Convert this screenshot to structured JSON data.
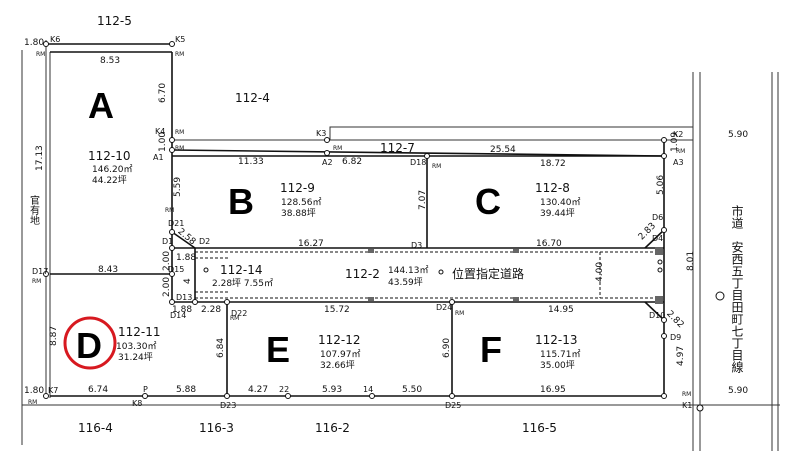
{
  "neighbors": {
    "n_112_5": "112-5",
    "n_112_4": "112-4",
    "n_112_7": "112-7",
    "n_116_4": "116-4",
    "n_116_3": "116-3",
    "n_116_2": "116-2",
    "n_116_5": "116-5",
    "n_112_2": "112-2",
    "n_112_2_area_m2": "144.13㎡",
    "n_112_2_area_tsubo": "43.59坪",
    "n_112_14": "112-14",
    "n_112_14_area": "2.28坪 7.55㎡",
    "road_designation": "位置指定道路",
    "west_land": "官有地",
    "east_road": "市道　安西五丁目田町七丁目線"
  },
  "lots": [
    {
      "letter": "A",
      "parcel": "112-10",
      "area_m2": "146.20㎡",
      "area_tsubo": "44.22坪"
    },
    {
      "letter": "B",
      "parcel": "112-9",
      "area_m2": "128.56㎡",
      "area_tsubo": "38.88坪"
    },
    {
      "letter": "C",
      "parcel": "112-8",
      "area_m2": "130.40㎡",
      "area_tsubo": "39.44坪"
    },
    {
      "letter": "D",
      "parcel": "112-11",
      "area_m2": "103.30㎡",
      "area_tsubo": "31.24坪"
    },
    {
      "letter": "E",
      "parcel": "112-12",
      "area_m2": "107.97㎡",
      "area_tsubo": "32.66坪"
    },
    {
      "letter": "F",
      "parcel": "112-13",
      "area_m2": "115.71㎡",
      "area_tsubo": "35.00坪"
    }
  ],
  "points": {
    "K6": "K6",
    "K5": "K5",
    "K4": "K4",
    "K3": "K3",
    "K2": "K2",
    "K1": "K1",
    "K7": "K7",
    "K8": "K8",
    "A1": "A1",
    "A2": "A2",
    "A3": "A3",
    "D1": "D1",
    "D2": "D2",
    "D3": "D3",
    "D4": "D4",
    "D6": "D6",
    "D9": "D9",
    "D10": "D10",
    "D13": "D13",
    "D14": "D14",
    "D15": "D15",
    "D17": "D17",
    "D18": "D18",
    "D21": "D21",
    "D22": "D22",
    "D23": "D23",
    "D24": "D24",
    "D25": "D25",
    "P": "P",
    "n22": "22",
    "n14": "14",
    "RM": "RM"
  },
  "dims": {
    "d1_80_top": "1.80",
    "d8_53": "8.53",
    "d6_70": "6.70",
    "d1_00a": "1.00",
    "d17_13": "17.13",
    "d11_33": "11.33",
    "d6_82": "6.82",
    "d25_54": "25.54",
    "d18_72": "18.72",
    "d1_09": "1.09",
    "d5_90_top": "5.90",
    "d5_59": "5.59",
    "d7_07": "7.07",
    "d5_06": "5.06",
    "d2_58": "2.58",
    "d2_83": "2.83",
    "d16_27": "16.27",
    "d16_70": "16.70",
    "d1_88a": "1.88",
    "d2_00a": "2.00",
    "d2_00b": "2.00",
    "d4_00a": "4",
    "d4_00b": "4.00",
    "d8_01": "8.01",
    "d8_43": "8.43",
    "d1_88b": "1.88",
    "d2_28": "2.28",
    "d15_72": "15.72",
    "d14_95": "14.95",
    "d2_82": "2.82",
    "d8_87": "8.87",
    "d6_84": "6.84",
    "d6_90": "6.90",
    "d4_97": "4.97",
    "d1_80_bot": "1.80",
    "d6_74": "6.74",
    "d5_88": "5.88",
    "d4_27": "4.27",
    "d5_93": "5.93",
    "d5_50": "5.50",
    "d16_95": "16.95",
    "d5_90_bot": "5.90"
  }
}
